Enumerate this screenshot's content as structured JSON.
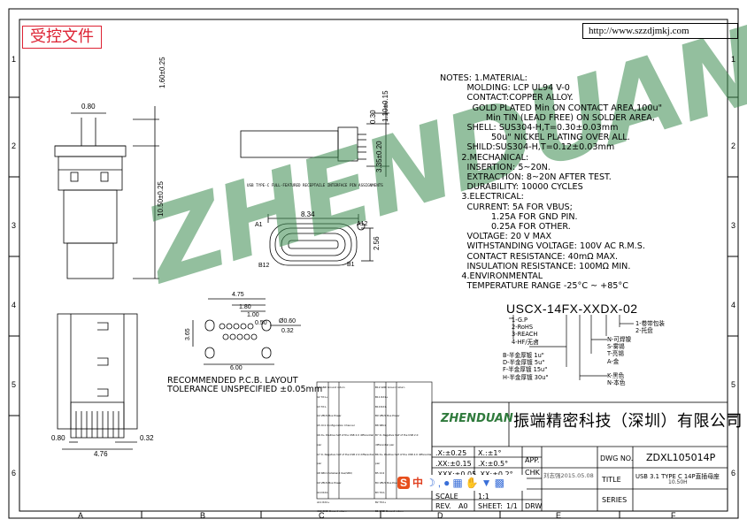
{
  "stamp": "受控文件",
  "url": "http://www.szzdjmkj.com",
  "watermark": "ZHENDUAN",
  "grid": {
    "rows": [
      "1",
      "2",
      "3",
      "4",
      "5",
      "6"
    ],
    "cols": [
      "A",
      "B",
      "C",
      "D",
      "E",
      "F"
    ]
  },
  "notes": [
    "NOTES: 1.MATERIAL:",
    "          MOLDING: LCP UL94 V-0",
    "          CONTACT:COPPER ALLOY.",
    "            GOLD PLATED Min ON CONTACT AREA,100u\"",
    "                 Min TIN (LEAD FREE) ON SOLDER AREA,",
    "          SHELL: SUS304-H,T=0.30±0.03mm",
    "                   50u\" NICKEL PLATING OVER ALL.",
    "          SHILD:SUS304-H,T=0.12±0.03mm",
    "        2.MECHANICAL:",
    "          INSERTION: 5~20N.",
    "          EXTRACTION: 8~20N AFTER TEST.",
    "          DURABILITY: 10000 CYCLES",
    "        3.ELECTRICAL:",
    "          CURRENT: 5A FOR VBUS;",
    "                   1.25A FOR GND PIN.",
    "                   0.25A FOR OTHER.",
    "          VOLTAGE: 20 V MAX",
    "          WITHSTANDING VOLTAGE: 100V AC R.M.S.",
    "          CONTACT RESISTANCE: 40mΩ MAX.",
    "          INSULATION RESISTANCE: 100MΩ MIN.",
    "        4.ENVIRONMENTAL",
    "          TEMPERATURE RANGE -25°C ~ +85°C"
  ],
  "part_number": "USCX-14FX-XXDX-02",
  "options_left": [
    "1-G.P",
    "2-RoHS",
    "3-REACH",
    "4-HF/无卤"
  ],
  "options_plating": [
    "B-半金厚镀 1u\"",
    "D-半金厚镀 5u\"",
    "F-半金厚镀 15u\"",
    "H-半金厚镀 30u\""
  ],
  "options_right_top": [
    "1-卷带包装",
    "2-托盘"
  ],
  "options_right_mid": [
    "N-可焊镍",
    "S-雾锡",
    "T-亮锡",
    "A-金"
  ],
  "options_color": [
    "K-黑色",
    "N-本色"
  ],
  "dims": {
    "d080_top": "0.80",
    "d160": "1.60±0.25",
    "d1050": "10.50±0.25",
    "d030": "0.30",
    "d110": "1.10±0.15",
    "d335": "3.35±0.20",
    "d834": "8.34",
    "d256": "2.56",
    "a1": "A1",
    "a12": "A12",
    "b12": "B12",
    "b1": "B1",
    "d475": "4.75",
    "d180": "1.80",
    "d100": "1.00",
    "d050": "0.50",
    "d060": "Ø0.60",
    "d032_pcb": "0.32",
    "d365": "3.65",
    "d600": "6.00",
    "d080_bot": "0.80",
    "d476": "4.76",
    "d032_bot": "0.32"
  },
  "pcb_label": "RECOMMENDED   P.C.B. LAYOUT",
  "tolerance_label": "TOLERANCE  UNSPECIFIED  ±0.05mm",
  "interface_caption": "USB TYPE-C FULL-FEATURED RECEPTACLE INTERFACE PIN ASSIGNMENTS",
  "pin_table": {
    "rows_left": [
      [
        "A1",
        "GND",
        "Ground return"
      ],
      [
        "A2",
        "TX1+",
        ""
      ],
      [
        "A3",
        "TX1-",
        ""
      ],
      [
        "A4",
        "VBUS",
        "Bus Power"
      ],
      [
        "A5",
        "CC1",
        "Configuration Channel"
      ],
      [
        "A6",
        "D+",
        "Positive half of the USB 2.0 differential pair"
      ],
      [
        "A7",
        "D-",
        "Negative half of the USB 2.0 differential pair"
      ],
      [
        "A8",
        "SBU1",
        "Sideband Use(SBU)"
      ],
      [
        "A9",
        "VBUS",
        "Bus Power"
      ],
      [
        "A10",
        "RX2-",
        ""
      ],
      [
        "A11",
        "RX2+",
        ""
      ],
      [
        "A12",
        "GND",
        "Ground return"
      ]
    ],
    "rows_right": [
      [
        "B12",
        "GND",
        "Ground return"
      ],
      [
        "B11",
        "RX1+",
        ""
      ],
      [
        "B10",
        "RX1-",
        ""
      ],
      [
        "B9",
        "VBUS",
        "Bus Power"
      ],
      [
        "B8",
        "SBU2",
        ""
      ],
      [
        "B7",
        "D-",
        "Negative half of the USB 2.0 differential pair"
      ],
      [
        "B6",
        "D+",
        "Positive half of the USB 2.0 differential pair"
      ],
      [
        "B5",
        "CC2",
        ""
      ],
      [
        "B4",
        "VBUS",
        "Bus Power"
      ],
      [
        "B3",
        "TX2-",
        ""
      ],
      [
        "B2",
        "TX2+",
        ""
      ],
      [
        "B1",
        "GND",
        "Ground return"
      ]
    ]
  },
  "titleblock": {
    "logo": "ZHENDUAN",
    "company": "振端精密科技（深圳）有限公司",
    "tol1": ".X:±0.25",
    "tol1b": "X.:±1°",
    "tol2": ".XX:±0.15",
    "tol2b": ".X:±0.5°",
    "tol3": ".XXX:±0.05",
    "tol3b": ".XX:±0.2°",
    "scale_label": "SCALE",
    "scale_value": "1:1",
    "app": "APP.",
    "chk": "CHK",
    "drwn_date": "刘志强2015.05.08",
    "dwg_no_label": "DWG NO.",
    "dwg_no": "ZDXL105014P",
    "title_label": "TITLE",
    "title_value": "USB 3.1 TYPE C 14P直插母座",
    "title_sub": "10.50H",
    "series_label": "SERIES",
    "rev_label": "REV.",
    "rev_value": "A0",
    "sheet_label": "SHEET:",
    "sheet_value": "1/1",
    "drw": "DRW"
  },
  "toolbar": {
    "icons": [
      "sogou-icon",
      "zhong-icon",
      "moon-icon",
      "comma-icon",
      "mic-icon",
      "keyboard-icon",
      "hand-icon",
      "shirt-icon",
      "grid-icon"
    ],
    "sogou": "S",
    "zhong": "中"
  },
  "colors": {
    "stamp": "#d23333",
    "watermark_green": "#3a8a4e",
    "watermark_blue": "#6aa6d8"
  }
}
